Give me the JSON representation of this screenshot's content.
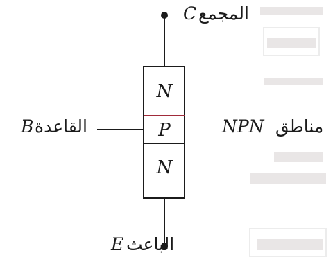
{
  "collector": {
    "letter": "C",
    "name": "المجمع"
  },
  "base": {
    "letter": "B",
    "name": "القاعدة"
  },
  "emitter": {
    "letter": "E",
    "name": "الباعث"
  },
  "regions": {
    "type": "NPN",
    "word": "مناطق"
  },
  "layers": [
    "N",
    "P",
    "N"
  ],
  "colors": {
    "line": "#1b1b1b",
    "pn_junction": "#a12b3a",
    "ghost_text": "#e3e0e0"
  }
}
